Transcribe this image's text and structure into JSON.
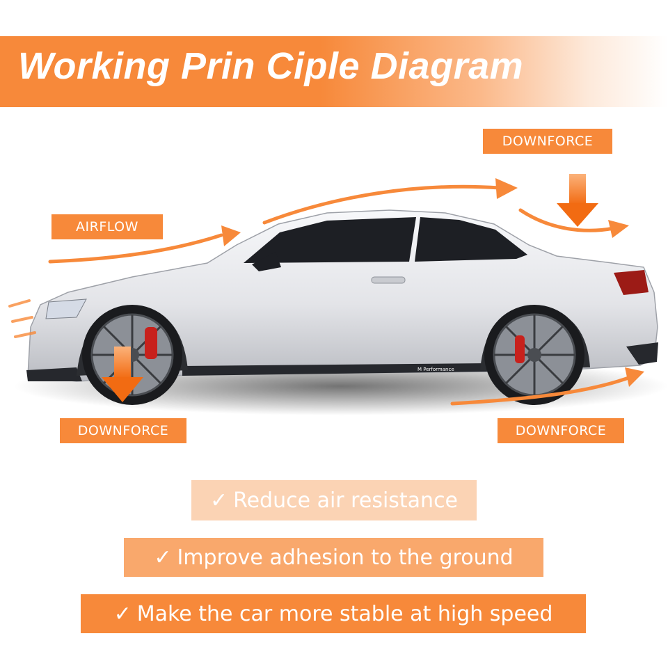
{
  "title": "Working Prin Ciple Diagram",
  "labels": {
    "downforce_top": "DOWNFORCE",
    "airflow": "AIRFLOW",
    "downforce_front": "DOWNFORCE",
    "downforce_rear": "DOWNFORCE"
  },
  "car": {
    "badge_text": "M Performance"
  },
  "features": [
    {
      "check": "✓",
      "text": "Reduce air resistance"
    },
    {
      "check": "✓",
      "text": "Improve adhesion to the ground"
    },
    {
      "check": "✓",
      "text": "Make the car more stable at high speed"
    }
  ],
  "colors": {
    "accent": "#f7893a",
    "accent_light": "#f9a86c",
    "accent_pale": "#fbd3b4",
    "car_body": "#e8e9ec",
    "brake_caliper": "#c8211c"
  }
}
